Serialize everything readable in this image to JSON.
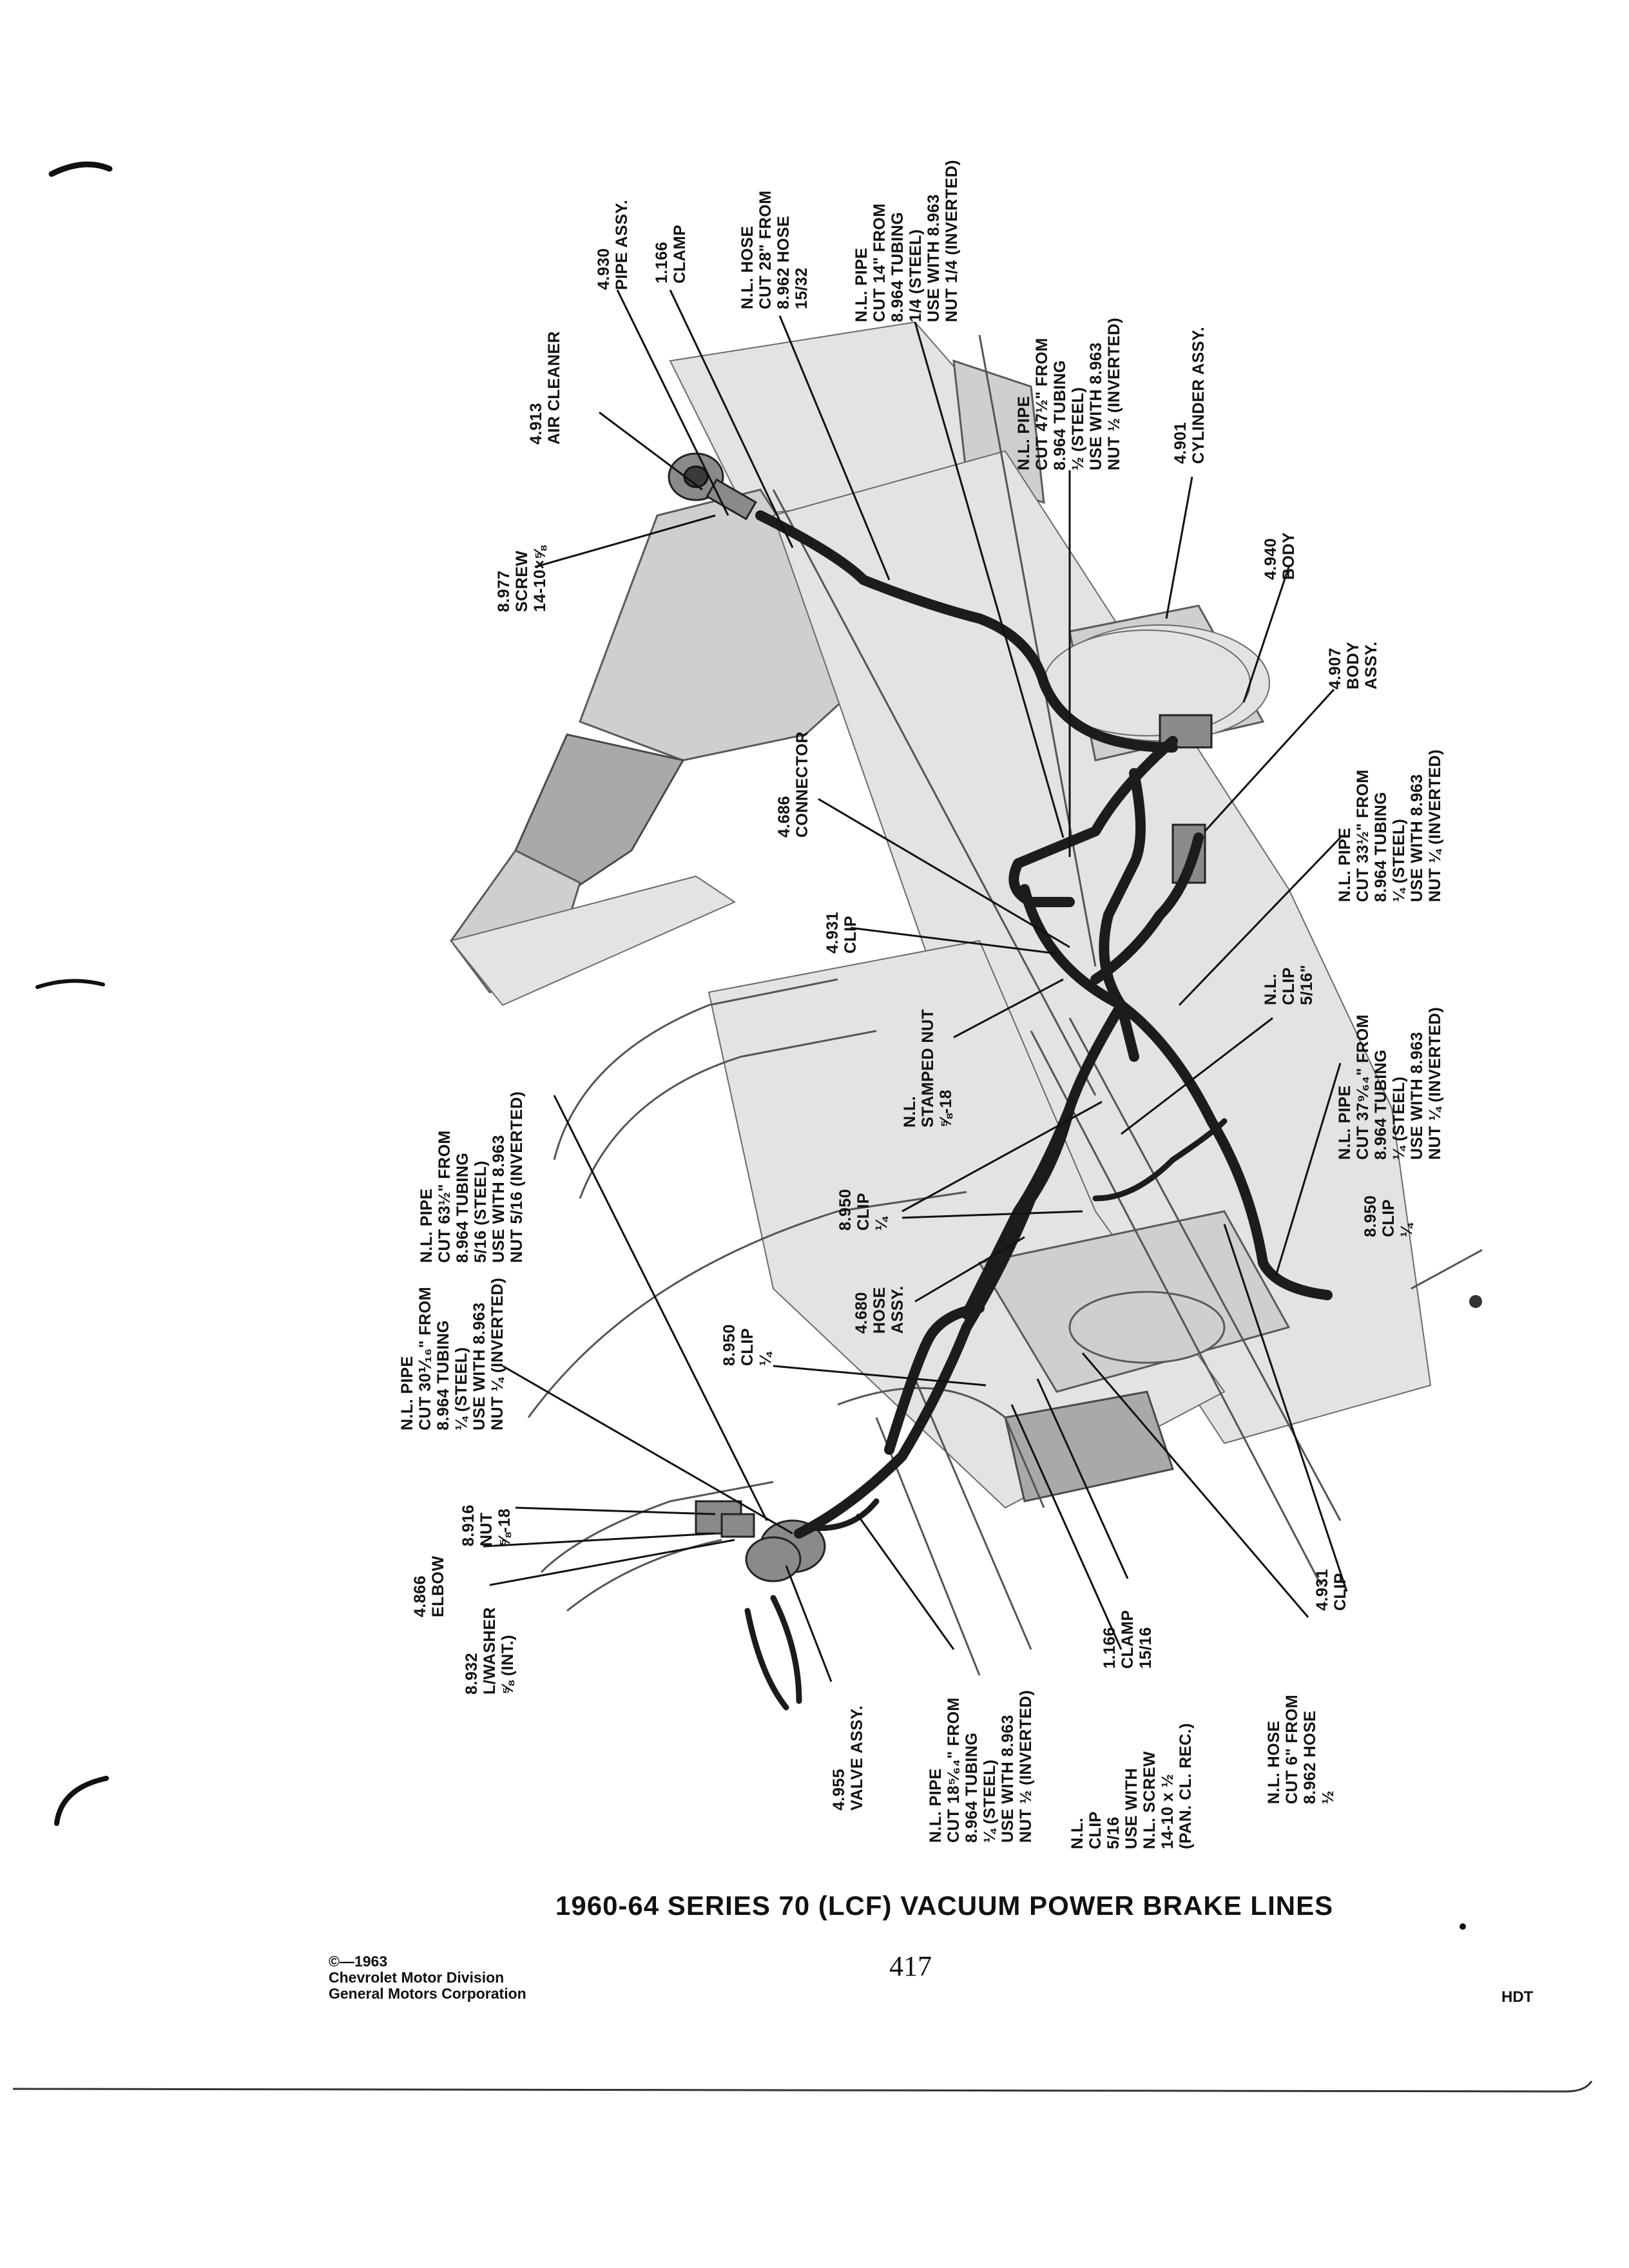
{
  "page": {
    "title": "1960-64 SERIES 70 (LCF) VACUUM POWER BRAKE LINES",
    "page_number": "417",
    "copyright_lines": [
      "©—1963",
      "Chevrolet Motor Division",
      "General Motors Corporation"
    ],
    "series_code": "HDT"
  },
  "callouts": [
    {
      "lines": [
        "4.930",
        "PIPE ASSY."
      ]
    },
    {
      "lines": [
        "1.166",
        "CLAMP"
      ]
    },
    {
      "lines": [
        "N.L. HOSE",
        "CUT 28\" FROM",
        "8.962 HOSE",
        "15/32"
      ]
    },
    {
      "lines": [
        "N.L. PIPE",
        "CUT 14\" FROM",
        "8.964 TUBING",
        "1/4 (STEEL)",
        "USE WITH 8.963",
        "NUT 1/4 (INVERTED)"
      ]
    },
    {
      "lines": [
        "4.913",
        "AIR CLEANER"
      ]
    },
    {
      "lines": [
        "N.L. PIPE",
        "CUT 47½\" FROM",
        "8.964 TUBING",
        "½ (STEEL)",
        "USE WITH 8.963",
        "NUT ½ (INVERTED)"
      ]
    },
    {
      "lines": [
        "4.901",
        "CYLINDER ASSY."
      ]
    },
    {
      "lines": [
        "8.977",
        "SCREW",
        "14-10×⅝"
      ]
    },
    {
      "lines": [
        "4.940",
        "BODY"
      ]
    },
    {
      "lines": [
        "4.907",
        "BODY",
        "ASSY."
      ]
    },
    {
      "lines": [
        "4.686",
        "CONNECTOR"
      ]
    },
    {
      "lines": [
        "N.L. PIPE",
        "CUT 33½\" FROM",
        "8.964 TUBING",
        "¼ (STEEL)",
        "USE WITH 8.963",
        "NUT ¼ (INVERTED)"
      ]
    },
    {
      "lines": [
        "4.931",
        "CLIP"
      ]
    },
    {
      "lines": [
        "N.L.",
        "CLIP",
        "5/16\""
      ]
    },
    {
      "lines": [
        "N.L.",
        "STAMPED NUT",
        "⅝-18"
      ]
    },
    {
      "lines": [
        "N.L. PIPE",
        "CUT 37⁹⁄₆₄\" FROM",
        "8.964 TUBING",
        "¼ (STEEL)",
        "USE WITH 8.963",
        "NUT ¼ (INVERTED)"
      ]
    },
    {
      "lines": [
        "N.L. PIPE",
        "CUT 63½\" FROM",
        "8.964 TUBING",
        "5/16 (STEEL)",
        "USE WITH 8.963",
        "NUT 5/16 (INVERTED)"
      ]
    },
    {
      "lines": [
        "8.950",
        "CLIP",
        "¼"
      ]
    },
    {
      "lines": [
        "8.950",
        "CLIP",
        "¼"
      ]
    },
    {
      "lines": [
        "4.680",
        "HOSE",
        "ASSY."
      ]
    },
    {
      "lines": [
        "N.L. PIPE",
        "CUT 30⅟₁₆\" FROM",
        "8.964 TUBING",
        "¼ (STEEL)",
        "USE WITH 8.963",
        "NUT ¼ (INVERTED)"
      ]
    },
    {
      "lines": [
        "8.950",
        "CLIP",
        "¼"
      ]
    },
    {
      "lines": [
        "8.916",
        "NUT",
        "⅝-18"
      ]
    },
    {
      "lines": [
        "4.866",
        "ELBOW"
      ]
    },
    {
      "lines": [
        "8.932",
        "L/WASHER",
        "⅝ (INT.)"
      ]
    },
    {
      "lines": [
        "4.955",
        "VALVE ASSY."
      ]
    },
    {
      "lines": [
        "N.L. PIPE",
        "CUT 18⁵⁄₆₄\" FROM",
        "8.964 TUBING",
        "¼ (STEEL)",
        "USE WITH 8.963",
        "NUT ½ (INVERTED)"
      ]
    },
    {
      "lines": [
        "N.L.",
        "CLIP",
        "5/16",
        "USE WITH",
        "N.L. SCREW",
        "14-10 x ½",
        "(PAN. CL. REC.)"
      ]
    },
    {
      "lines": [
        "1.166",
        "CLAMP",
        "15/16"
      ]
    },
    {
      "lines": [
        "N.L. HOSE",
        "CUT 6\" FROM",
        "8.962 HOSE",
        "½"
      ]
    },
    {
      "lines": [
        "4.931",
        "CLIP"
      ]
    }
  ]
}
